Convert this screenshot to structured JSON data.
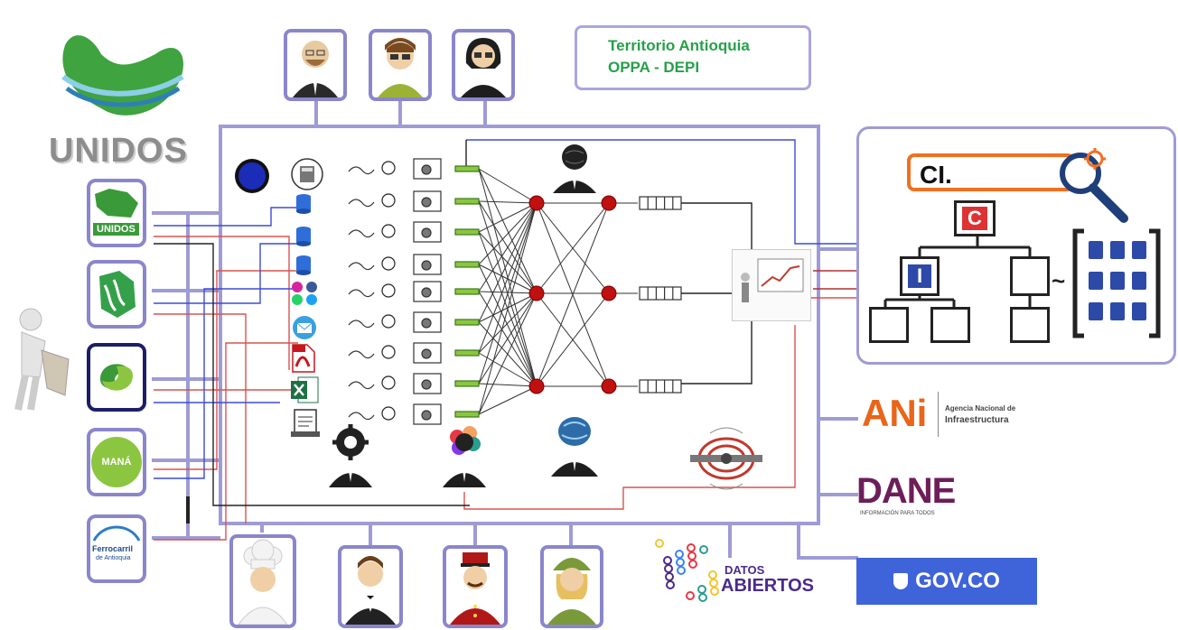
{
  "header": {
    "line1": "Territorio Antioquia",
    "line2": "OPPA  - DEPI"
  },
  "logos": {
    "unidos_main": "UNIDOS",
    "unidos_small": "UNIDOS",
    "mana": "MANÁ",
    "ferrocarril_1": "Ferrocarril",
    "ferrocarril_2": "de Antioquia",
    "ani_main": "ANi",
    "ani_sub1": "Agencia Nacional de",
    "ani_sub2": "Infraestructura",
    "dane_main": "DANE",
    "dane_sub": "INFORMACIÓN PARA TODOS",
    "datos_1": "DATOS",
    "datos_2": "ABIERTOS",
    "gov": "GOV.CO"
  },
  "analytics_panel": {
    "search_label": "CI.",
    "node_c": "C",
    "node_i": "I",
    "tilde": "~"
  },
  "colors": {
    "frame": "#8a86cc",
    "wire_red": "#d9534f",
    "wire_blue": "#3b4bd9",
    "unidos_green": "#3a9a3a",
    "neuron_red": "#c01010",
    "gov_blue": "#3f63d9",
    "title_green": "#27a04a",
    "search_orange": "#f07020"
  },
  "icons": [
    "person-icon",
    "database-icon",
    "social-media-icon",
    "pdf-icon",
    "excel-icon",
    "gear-icon",
    "neuron-icon",
    "magnifier-icon",
    "chart-icon",
    "brain-icon"
  ]
}
